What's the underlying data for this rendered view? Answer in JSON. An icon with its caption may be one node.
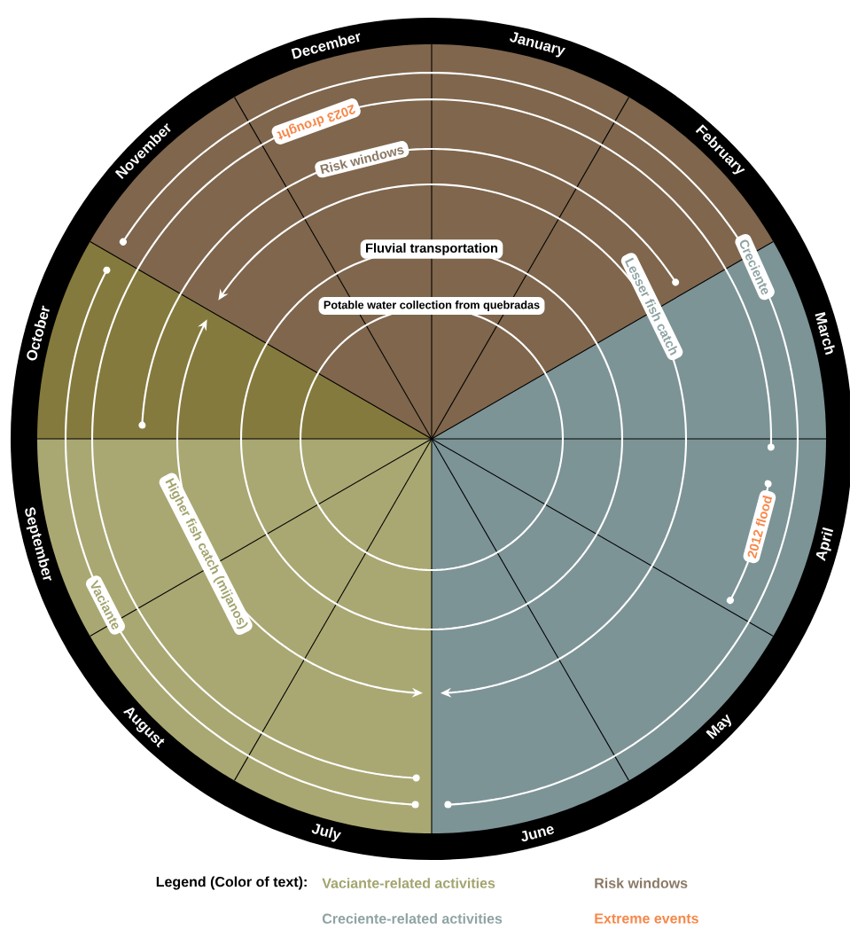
{
  "diagram": {
    "nodes": [
      {
        "text": [
          "2023 drought"
        ]
      },
      {
        "text": [
          "Risk windows"
        ]
      },
      {
        "text": [
          "Creciente"
        ]
      },
      {
        "text": [
          "Fluvial transportation"
        ]
      },
      {
        "text": [
          "Lesser fish catch"
        ]
      },
      {
        "text": [
          "Potable water collection from quebradas"
        ]
      },
      {
        "text": [
          "2012 flood"
        ]
      },
      {
        "text": [
          "Higher fish catch (mijanos)"
        ]
      },
      {
        "text": [
          "Vaciante"
        ]
      }
    ],
    "labels": [
      "December",
      "January",
      "November",
      "February",
      "October",
      "March",
      "September",
      "April",
      "August",
      "May",
      "July",
      "June",
      "Legend (Color of text):"
    ],
    "legend": [
      {
        "text": "Vaciante-related activities",
        "color": "#a3a46f"
      },
      {
        "text": "Risk windows",
        "color": "#8b7966"
      },
      {
        "text": "Creciente-related activities",
        "color": "#8fa3a3"
      },
      {
        "text": "Extreme events",
        "color": "#f7884a"
      }
    ]
  }
}
